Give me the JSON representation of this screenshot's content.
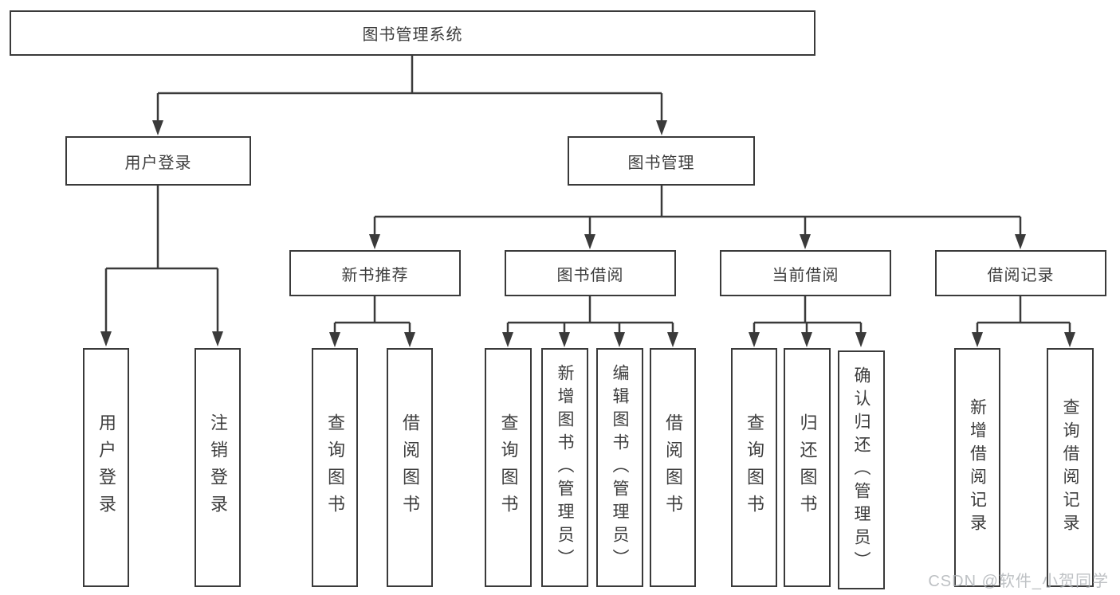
{
  "diagram": {
    "root": {
      "label": "图书管理系统"
    },
    "level2": {
      "user_login": {
        "label": "用户登录"
      },
      "book_management": {
        "label": "图书管理"
      }
    },
    "level3": {
      "new_book_recommend": {
        "label": "新书推荐"
      },
      "book_borrow": {
        "label": "图书借阅"
      },
      "current_borrow": {
        "label": "当前借阅"
      },
      "borrow_records": {
        "label": "借阅记录"
      }
    },
    "leaves": {
      "user_login": {
        "label": "用户登录"
      },
      "logout": {
        "label": "注销登录"
      },
      "recommend_query_books": {
        "label": "查询图书"
      },
      "recommend_borrow_books": {
        "label": "借阅图书"
      },
      "borrow_query_books": {
        "label": "查询图书"
      },
      "borrow_add_book_admin": {
        "label": "新增图书（管理员）"
      },
      "borrow_edit_book_admin": {
        "label": "编辑图书（管理员）"
      },
      "borrow_borrow_books": {
        "label": "借阅图书"
      },
      "current_query_books": {
        "label": "查询图书"
      },
      "current_return_book": {
        "label": "归还图书"
      },
      "current_confirm_return_admin": {
        "label": "确认归还（管理员）"
      },
      "records_add_record": {
        "label": "新增借阅记录"
      },
      "records_query_record": {
        "label": "查询借阅记录"
      }
    }
  },
  "watermark": {
    "text": "CSDN @软件_小贺同学"
  },
  "colors": {
    "line": "#3a3a3a",
    "box_border": "#3a3a3a",
    "text": "#3d3d3d",
    "background": "#ffffff",
    "watermark": "#aeb2b6"
  }
}
